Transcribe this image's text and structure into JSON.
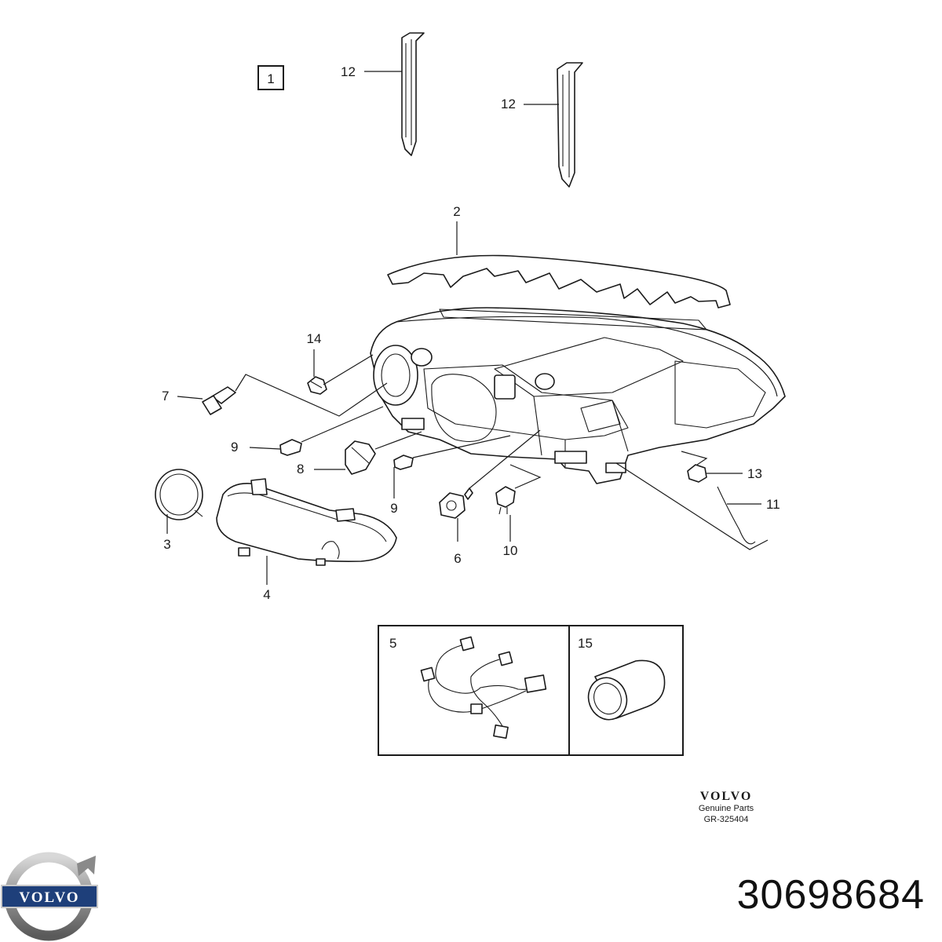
{
  "callouts": {
    "c1": "1",
    "c2": "2",
    "c3": "3",
    "c4": "4",
    "c5": "5",
    "c6": "6",
    "c7": "7",
    "c8": "8",
    "c9a": "9",
    "c9b": "9",
    "c10": "10",
    "c11": "11",
    "c12a": "12",
    "c12b": "12",
    "c13": "13",
    "c14": "14",
    "c15": "15"
  },
  "brand_block": {
    "brand": "VOLVO",
    "subtitle": "Genuine Parts",
    "diagram_code": "GR-325404"
  },
  "logo": {
    "wordmark": "VOLVO",
    "icon": "volvo-iron-mark-icon"
  },
  "part_number": "30698684"
}
